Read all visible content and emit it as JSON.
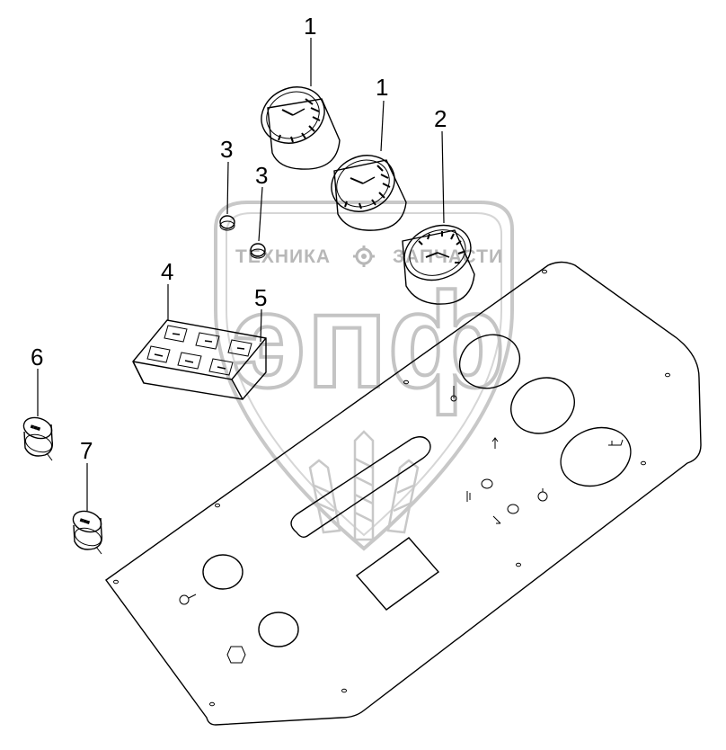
{
  "watermark": {
    "left_word": "ТЕХНИКА",
    "right_word": "ЗАПЧАСТИ",
    "big_letters": "эпф",
    "gear_icon": "gear-icon"
  },
  "callouts": [
    {
      "id": "c1a",
      "text": "1"
    },
    {
      "id": "c1b",
      "text": "1"
    },
    {
      "id": "c2",
      "text": "2"
    },
    {
      "id": "c3a",
      "text": "3"
    },
    {
      "id": "c3b",
      "text": "3"
    },
    {
      "id": "c4",
      "text": "4"
    },
    {
      "id": "c5",
      "text": "5"
    },
    {
      "id": "c6",
      "text": "6"
    },
    {
      "id": "c7",
      "text": "7"
    }
  ],
  "colors": {
    "line": "#000000",
    "watermark": "#c4c4c4",
    "background": "#ffffff"
  }
}
